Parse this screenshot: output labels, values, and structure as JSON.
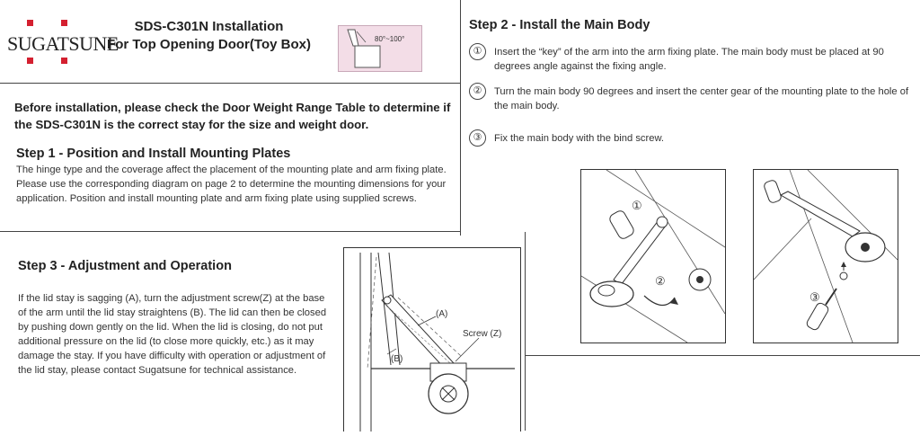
{
  "brand": {
    "name": "SUGATSUNE"
  },
  "header": {
    "title_line1": "SDS-C301N Installation",
    "title_line2": "For Top Opening Door(Toy Box)",
    "angle_label": "80°~100°"
  },
  "notice": "Before installation, please check the Door Weight Range Table to determine if the SDS-C301N is the correct stay for the size and weight door.",
  "step1": {
    "heading": "Step 1 -  Position and Install Mounting Plates",
    "body": "The hinge type and the coverage affect the placement of the mounting plate and arm fixing plate. Please use the corresponding diagram on page 2 to determine the mounting dimensions for your application.  Position and install mounting plate and arm fixing plate using supplied screws."
  },
  "step2": {
    "heading": "Step 2 - Install the Main Body",
    "items": [
      {
        "num": "①",
        "text": "Insert the “key” of the arm into the arm fixing plate. The main body must be placed at 90 degrees angle against the fixing angle."
      },
      {
        "num": "②",
        "text": "Turn the main body 90 degrees and insert the center gear of the mounting plate to the hole of the main body."
      },
      {
        "num": "③",
        "text": "Fix the main body with the bind screw."
      }
    ],
    "figure_callouts": [
      "①",
      "②",
      "③"
    ]
  },
  "step3": {
    "heading": "Step 3 - Adjustment and Operation",
    "body": "If the lid stay is sagging (A), turn the adjustment screw(Z) at the base of the arm until the lid stay straightens (B). The lid can then be closed by pushing down gently on the lid. When the lid is closing, do not put additional pressure on the lid (to close more quickly, etc.) as it may damage the stay. If you have difficulty with operation or adjustment of the lid stay, please contact Sugatsune for technical assistance.",
    "labels": {
      "a": "(A)",
      "b": "(B)",
      "screw": "Screw (Z)"
    }
  },
  "colors": {
    "brand_red": "#d42030",
    "angle_box_bg": "#f3dde7"
  }
}
